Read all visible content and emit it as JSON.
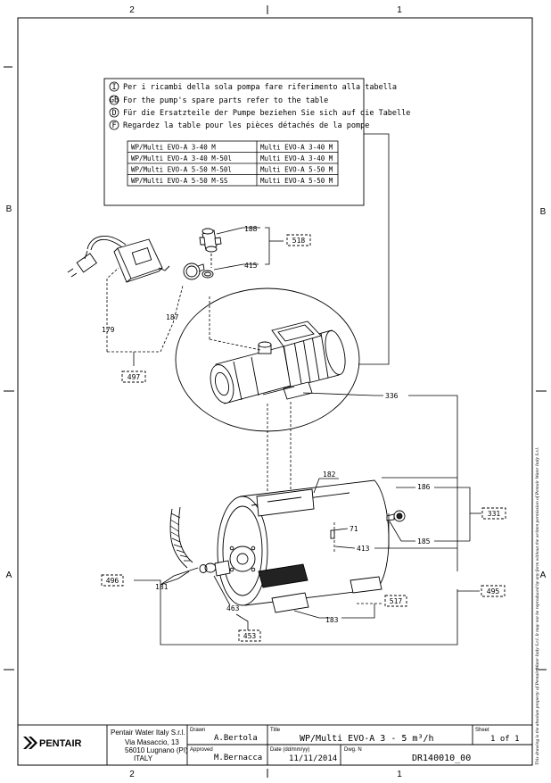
{
  "zones": {
    "top": [
      "2",
      "1"
    ],
    "bottom": [
      "2",
      "1"
    ],
    "left": [
      "B",
      "A"
    ],
    "right": [
      "B",
      "A"
    ]
  },
  "notes": [
    {
      "lang": "I",
      "text": "Per i ricambi della sola pompa fare riferimento alla tabella"
    },
    {
      "lang": "GB",
      "text": "For the pump's spare parts refer to the table"
    },
    {
      "lang": "D",
      "text": "Für die Ersatzteile der Pumpe beziehen Sie sich auf die Tabelle"
    },
    {
      "lang": "F",
      "text": "Regardez la table pour les pièces détachés de la pompe"
    }
  ],
  "table": [
    [
      "WP/Multi EVO-A 3-40 M",
      "Multi EVO-A 3-40 M"
    ],
    [
      "WP/Multi EVO-A 3-40 M-50l",
      "Multi EVO-A 3-40 M"
    ],
    [
      "WP/Multi EVO-A 5-50 M-50l",
      "Multi EVO-A 5-50 M"
    ],
    [
      "WP/Multi EVO-A 5-50 M-SS",
      "Multi EVO-A 5-50 M"
    ]
  ],
  "callouts": {
    "c188": "188",
    "c415": "415",
    "c518": "518",
    "c179": "179",
    "c187": "187",
    "c497": "497",
    "c336": "336",
    "c182": "182",
    "c186": "186",
    "c331": "331",
    "c71": "71",
    "c413": "413",
    "c185": "185",
    "c496": "496",
    "c181": "181",
    "c495": "495",
    "c517": "517",
    "c463": "463",
    "c183": "183",
    "c453": "453"
  },
  "copyright": "This drawing is the absolute property of Pentair Water Italy S.r.l. It may not be reproduced by any form without the written permission of Pentair Water Italy S.r.l.",
  "title_block": {
    "logo": "PENTAIR",
    "company": {
      "name": "Pentair Water Italy S.r.l.",
      "address": "Via Masaccio, 13",
      "city": "56010 Lugnano (PI)",
      "country": "ITALY"
    },
    "drawn_label": "Drawn",
    "drawn_value": "A.Bertola",
    "approved_label": "Approved",
    "approved_value": "M.Bernacca",
    "title_label": "Title",
    "title_value": "WP/Multi  EVO-A  3  -  5  m³/h",
    "date_label": "Date  (dd/mm/yy)",
    "date_value": "11/11/2014",
    "dwg_label": "Dwg. N",
    "dwg_value": "DR140010_00",
    "sheet_label": "Sheet",
    "sheet_value": "1  of  1"
  }
}
